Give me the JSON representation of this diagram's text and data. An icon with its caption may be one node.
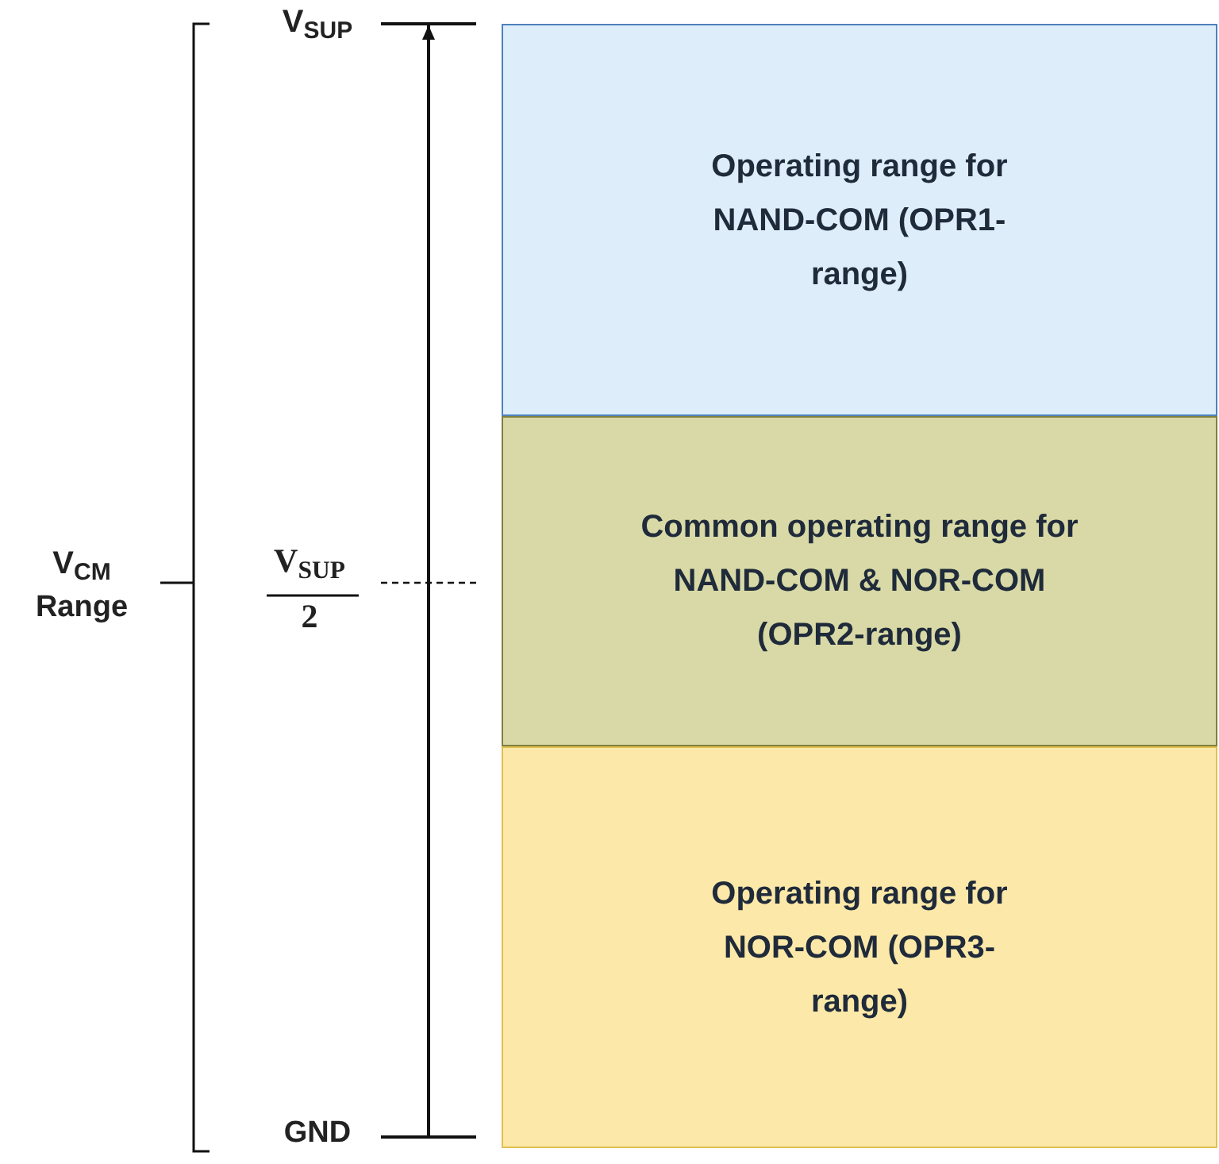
{
  "diagram": {
    "nodes": [
      {
        "text": [
          "Operating range for NAND-COM (OPR1-range)"
        ]
      },
      {
        "text": [
          "Common operating range for NAND-COM & NOR-COM (OPR2-range)"
        ]
      },
      {
        "text": [
          "Operating range for NOR-COM (OPR3-range)"
        ]
      }
    ],
    "edges": [],
    "labels": [
      "V$_{SUP}$",
      "V$_{CM}$",
      "Range",
      "V$_{SUP}$",
      "2",
      "GND"
    ]
  }
}
